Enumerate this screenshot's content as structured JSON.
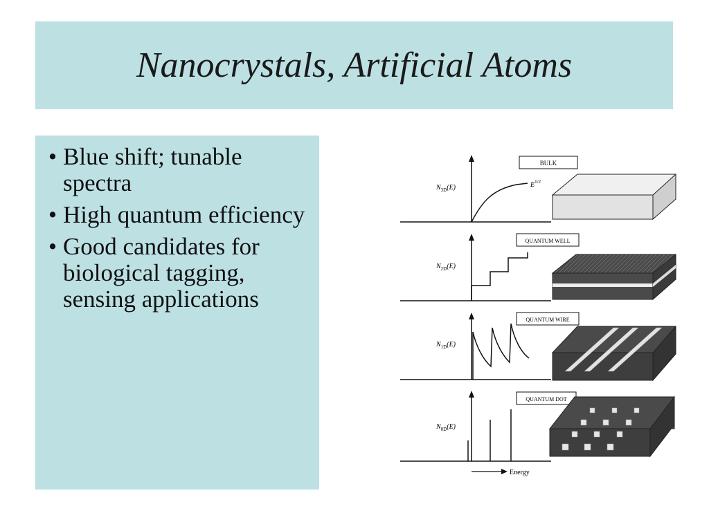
{
  "slide": {
    "title": "Nanocrystals, Artificial Atoms",
    "bullets": [
      "Blue shift; tunable spectra",
      "High quantum efficiency",
      "Good candidates for biological tagging, sensing applications"
    ],
    "bullet_symbol": "•"
  },
  "figure": {
    "panels": [
      {
        "label": "BULK",
        "ylabel_n": "N",
        "ylabel_sub": "3D",
        "ylabel_e": "(E)",
        "curve_label": "E",
        "curve_exp": "1/2"
      },
      {
        "label": "QUANTUM WELL",
        "ylabel_n": "N",
        "ylabel_sub": "2D",
        "ylabel_e": "(E)"
      },
      {
        "label": "QUANTUM WIRE",
        "ylabel_n": "N",
        "ylabel_sub": "1D",
        "ylabel_e": "(E)"
      },
      {
        "label": "QUANTUM DOT",
        "ylabel_n": "N",
        "ylabel_sub": "0D",
        "ylabel_e": "(E)"
      }
    ],
    "energy_label": "Energy"
  },
  "colors": {
    "panel_bg": "#bde0e3",
    "text": "#111111",
    "dark_block": "#4a4a4a",
    "light_block": "#e6e6e6"
  }
}
